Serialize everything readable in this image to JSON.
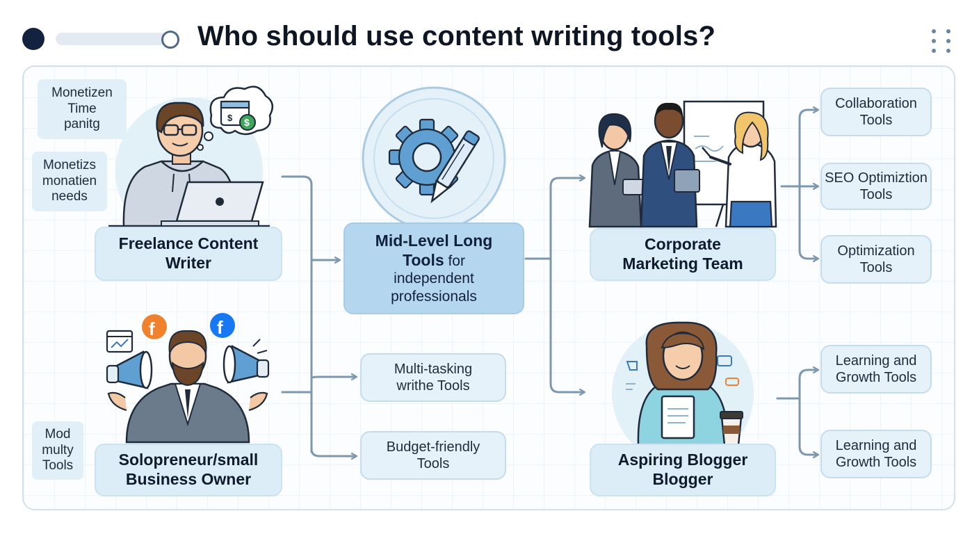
{
  "header": {
    "title": "Who should use content writing tools?"
  },
  "personas": {
    "freelance": {
      "line1": "Freelance Content",
      "line2": "Writer"
    },
    "solopreneur": {
      "line1": "Solopreneur/small",
      "line2": "Business Owner"
    },
    "corporate": {
      "line1": "Corporate",
      "line2": "Marketing Team"
    },
    "blogger": {
      "line1": "Aspiring Blogger",
      "line2": "Blogger"
    }
  },
  "center": {
    "line1": "Mid-Level Long",
    "line2_bold": "Tools",
    "line2_rest": " for",
    "line3": "independent",
    "line4": "professionals"
  },
  "mid_tools": [
    {
      "line1": "Multi-tasking",
      "line2": "writhe Tools"
    },
    {
      "line1": "Budget-friendly",
      "line2": "Tools"
    }
  ],
  "right_tools": [
    {
      "line1": "Collaboration",
      "line2": "Tools"
    },
    {
      "line1": "SEO Optimiztion",
      "line2": "Tools"
    },
    {
      "line1": "Optimization",
      "line2": "Tools"
    },
    {
      "line1": "Learning and",
      "line2": "Growth Tools"
    },
    {
      "line1": "Learning and",
      "line2": "Growth Tools"
    }
  ],
  "notes": [
    {
      "line1": "Monetizen",
      "line2": "Time",
      "line3": "panitg"
    },
    {
      "line1": "Monetizs",
      "line2": "monatien",
      "line3": "needs"
    },
    {
      "line1": "Mod",
      "line2": "multy",
      "line3": "Tools"
    }
  ],
  "icons": {
    "calendar_dollar": "calendar-dollar-icon",
    "gear_pen": "gear-pen-icon",
    "facebook": "facebook-icon",
    "megaphone": "megaphone-icon",
    "coffee": "coffee-cup-icon"
  },
  "colors": {
    "connector": "#7d97ae",
    "persona_box": "#dcedf7",
    "center_box": "#b4d6ef",
    "tool_box": "#e6f2fa",
    "facebook_blue": "#1877f2",
    "facebook_orange": "#f0822e"
  }
}
